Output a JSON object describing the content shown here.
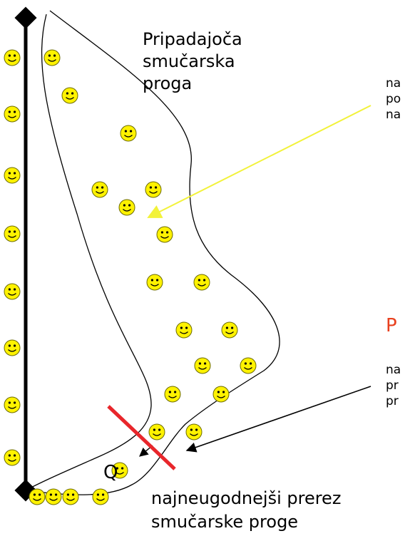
{
  "labels": {
    "slope_name": [
      "Pripadajoča",
      "smučarska",
      "proga"
    ],
    "worst_section": [
      "najneugodnejši prerez",
      "smučarske proge"
    ],
    "side_note_top": [
      "na",
      "po",
      "na"
    ],
    "side_heading": "P",
    "side_note_bottom": [
      "na",
      "pr",
      "pr"
    ],
    "section_letter": "Q"
  },
  "colors": {
    "lift_line": "#000000",
    "slope_outline": "#000000",
    "skier_fill": "#fff200",
    "yellow_arrow": "#f2f23a",
    "black_arrow": "#000000",
    "section_cut": "#e8262b",
    "side_heading": "#e8401e"
  },
  "icons": {
    "skier": "smiley-face-icon",
    "lift_end": "diamond-icon"
  }
}
